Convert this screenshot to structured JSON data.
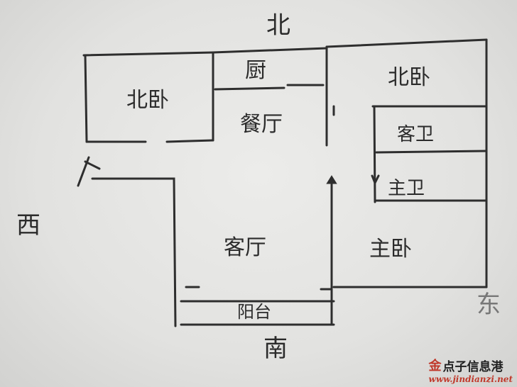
{
  "directions": {
    "north": "北",
    "south": "南",
    "west": "西",
    "east": "东"
  },
  "rooms": {
    "north_bedroom_left": "北卧",
    "kitchen": "厨",
    "dining": "餐厅",
    "north_bedroom_right": "北卧",
    "guest_bath": "客卫",
    "master_bath": "主卫",
    "living_room": "客厅",
    "master_bedroom": "主卧",
    "balcony": "阳台",
    "entrance": "户"
  },
  "watermark": {
    "name": "点子信息港",
    "url": "www.jindianzi.net",
    "icon": "金"
  },
  "colors": {
    "ink": "#2b2b2b",
    "paper": "#e4e4e2",
    "brand": "#c0392b"
  }
}
